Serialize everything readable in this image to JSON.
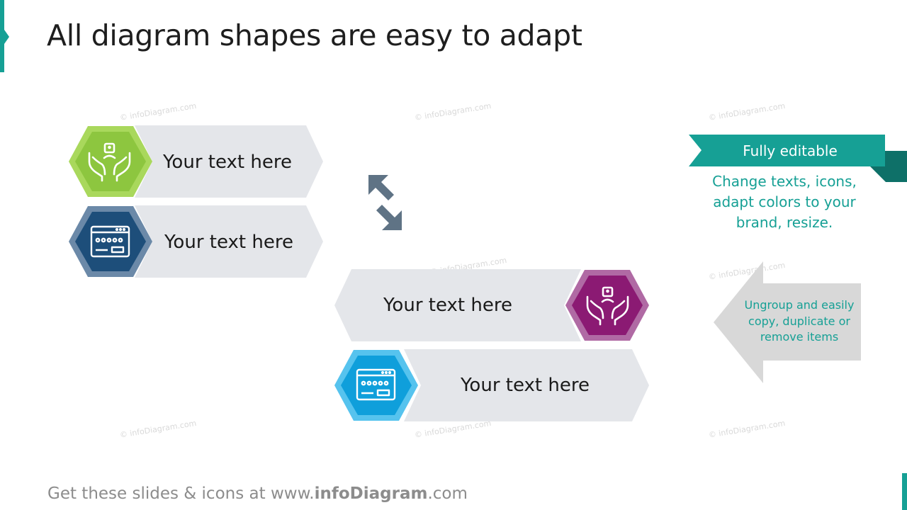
{
  "title": "All diagram shapes are easy to adapt",
  "watermark": "© infoDiagram.com",
  "rows": [
    {
      "label": "Your text here",
      "icon": "hands-person-icon",
      "color": "#8dc63f"
    },
    {
      "label": "Your text here",
      "icon": "browser-window-icon",
      "color": "#1d4e7a"
    },
    {
      "label": "Your text here",
      "icon": "hands-person-icon",
      "color": "#8b1a73"
    },
    {
      "label": "Your text here",
      "icon": "browser-window-icon",
      "color": "#0f9fdb"
    }
  ],
  "swap_icon": "swap-arrows-icon",
  "banner": {
    "label": "Fully editable",
    "description": "Change texts, icons, adapt colors to your brand, resize.",
    "color": "#16a095"
  },
  "arrow_note": "Ungroup and easily copy, duplicate or remove items",
  "footer": {
    "prefix": "Get these slides & icons at www.",
    "brand": "infoDiagram",
    "suffix": ".com"
  }
}
